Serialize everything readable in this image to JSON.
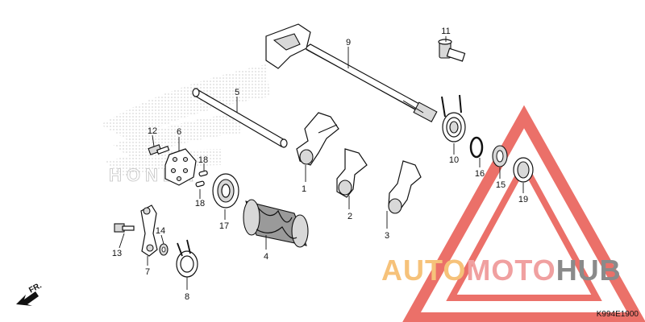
{
  "diagram_code": "K994E1900",
  "direction_label": "FR.",
  "brand_wordmark": "HONDA",
  "watermark": {
    "part1": "AUTO",
    "part2": "MOTO",
    "part3": "HUB"
  },
  "part_numbers": [
    "1",
    "2",
    "3",
    "4",
    "5",
    "6",
    "7",
    "8",
    "9",
    "10",
    "11",
    "12",
    "13",
    "14",
    "15",
    "16",
    "17",
    "18",
    "18",
    "19"
  ],
  "colors": {
    "watermark_red": "#e8584f",
    "watermark_orange": "#f6c27a",
    "watermark_gray": "#8a8a8a",
    "line": "#111111"
  }
}
